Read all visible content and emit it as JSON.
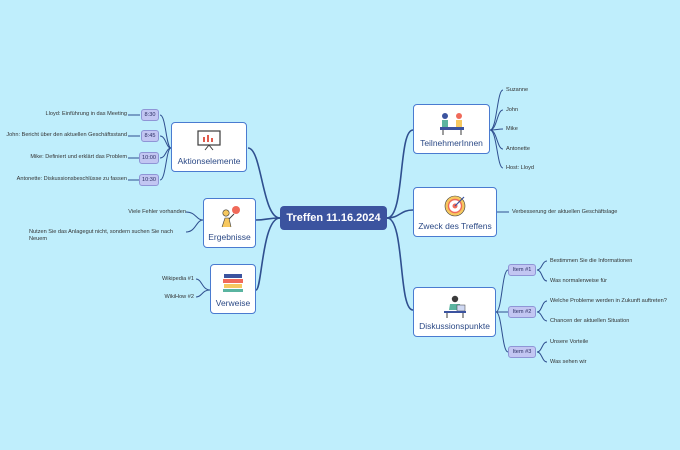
{
  "center": {
    "title": "Treffen 11.16.2024"
  },
  "aktionselemente": {
    "title": "Aktionselemente",
    "items": [
      {
        "text": "Lloyd: Einführung in das Meeting",
        "time": "8:30"
      },
      {
        "text": "John: Bericht über den aktuellen Geschäftsstand",
        "time": "8:45"
      },
      {
        "text": "Mike: Definiert und erklärt das Problem",
        "time": "10:00"
      },
      {
        "text": "Antonette: Diskussionsbeschlüsse zu fassen",
        "time": "10:30"
      }
    ]
  },
  "ergebnisse": {
    "title": "Ergebnisse",
    "items": [
      "Viele Fehler vorhanden",
      "Nutzen Sie das Anlagegut nicht, sondern suchen Sie nach Neuem"
    ]
  },
  "verweise": {
    "title": "Verweise",
    "items": [
      "Wikipedia #1",
      "WikiHow #2"
    ]
  },
  "teilnehmer": {
    "title": "TeilnehmerInnen",
    "items": [
      "Suzanne",
      "John",
      "Mike",
      "Antonette",
      "Host: Lloyd"
    ]
  },
  "zweck": {
    "title": "Zweck des Treffens",
    "items": [
      "Verbesserung der aktuellen Geschäftslage"
    ]
  },
  "diskussion": {
    "title": "Diskussionspunkte",
    "groups": [
      {
        "label": "Item #1",
        "items": [
          "Bestimmen Sie die Informationen",
          "Was normalerweise für"
        ]
      },
      {
        "label": "Item #2",
        "items": [
          "Welche Probleme werden in Zukunft auftreten?",
          "Chancen der aktuellen Situation"
        ]
      },
      {
        "label": "Item #3",
        "items": [
          "Unsere Vorteile",
          "Was sehen wir"
        ]
      }
    ]
  },
  "colors": {
    "background": "#bfeefc",
    "center": "#3b539f",
    "line": "#2f4f8f",
    "pill": "#c2c6f2"
  }
}
